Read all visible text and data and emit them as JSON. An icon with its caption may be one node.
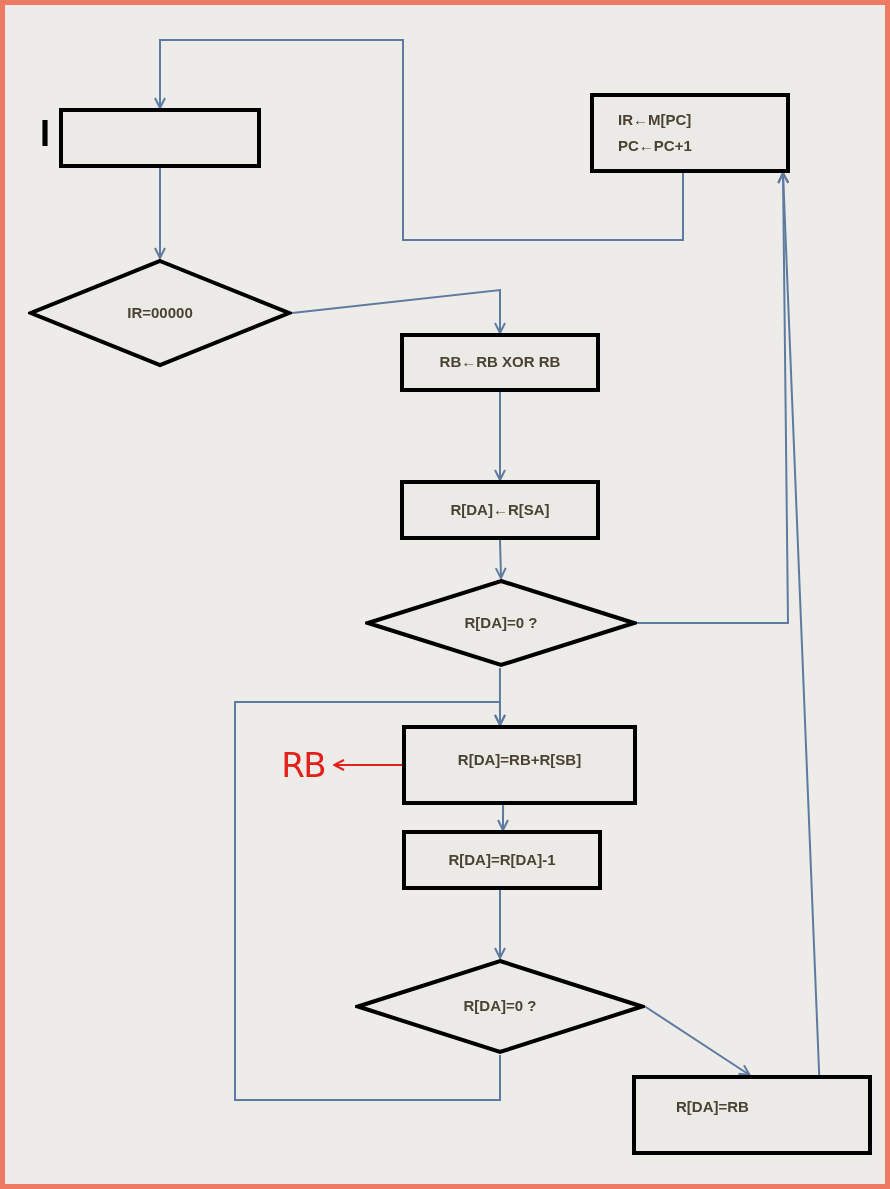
{
  "diagram": {
    "nodes": [
      {
        "text": [],
        "shape": "box",
        "beside": [
          "I"
        ]
      },
      {
        "text": [
          "IR←M[PC]",
          "PC←PC+1"
        ]
      },
      {
        "text": [
          "IR=00000"
        ]
      },
      {
        "text": [
          "RB←RB XOR RB"
        ]
      },
      {
        "text": [
          "R[DA]←R[SA]"
        ]
      },
      {
        "text": [
          "R[DA]=0 ?"
        ]
      },
      {
        "text": [
          "R[DA]=RB+R[SB]"
        ]
      },
      {
        "text": [
          "RB"
        ]
      },
      {
        "text": [
          "R[DA]=R[DA]-1"
        ]
      },
      {
        "text": [
          "R[DA]=0 ?"
        ]
      },
      {
        "text": [
          "R[DA]=RB"
        ]
      }
    ],
    "edges": [
      {
        "from": 0,
        "to": 2,
        "arrow": "to"
      },
      {
        "from": 1,
        "to": 0,
        "arrow": "to"
      },
      {
        "from": 2,
        "to": 3,
        "arrow": "to"
      },
      {
        "from": 3,
        "to": 4,
        "arrow": "to"
      },
      {
        "from": 4,
        "to": 5,
        "arrow": "to"
      },
      {
        "from": 5,
        "to": 6,
        "arrow": "to"
      },
      {
        "from": 5,
        "to": 1,
        "arrow": "to"
      },
      {
        "from": 10,
        "to": 1,
        "arrow": "to"
      },
      {
        "from": 6,
        "to": 8,
        "arrow": "to"
      },
      {
        "from": 8,
        "to": 9,
        "arrow": "to"
      },
      {
        "from": 9,
        "to": 10,
        "arrow": "to"
      },
      {
        "from": 9,
        "to": 6,
        "arrow": "to"
      },
      {
        "from": 6,
        "to": 7,
        "arrow": "to",
        "color": "#e3211b"
      }
    ]
  }
}
